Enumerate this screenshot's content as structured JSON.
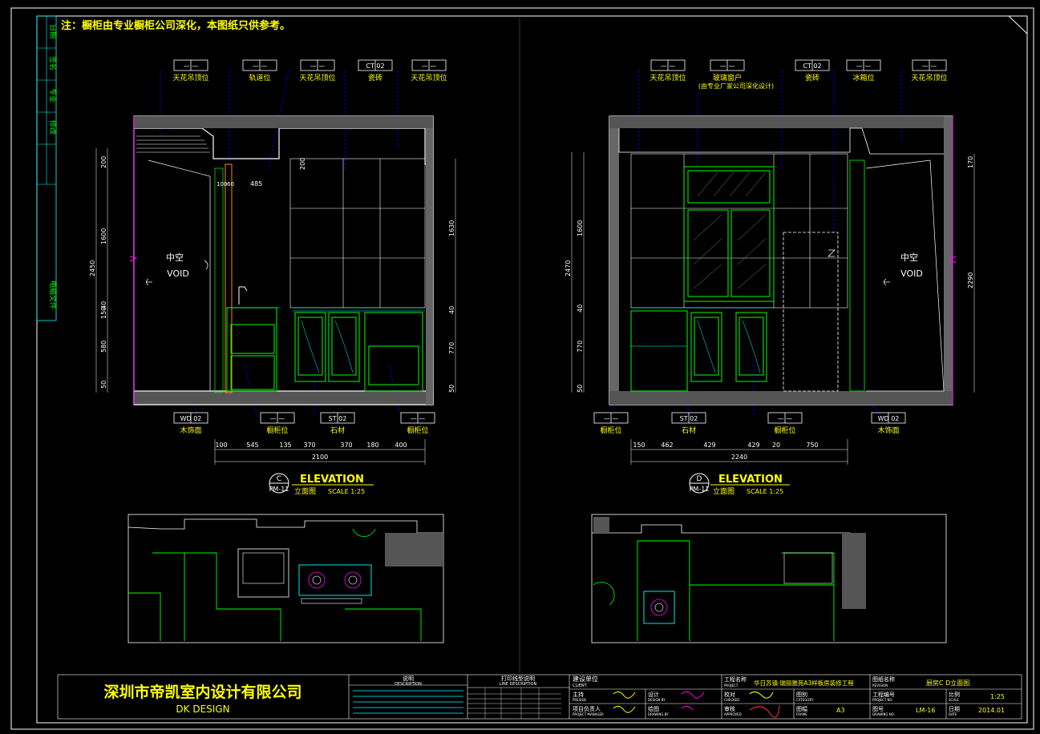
{
  "note": "注：橱柜由专业橱柜公司深化，本图纸只供参考。",
  "side_strip": {
    "labels": [
      "日期",
      "签名",
      "专业",
      "修改"
    ],
    "bottom_label": "电脑文件"
  },
  "elevation_c": {
    "letter": "C",
    "sheet": "PM-11",
    "title": "ELEVATION",
    "subtitle": "立面图",
    "scale": "SCALE  1:25",
    "void_cn": "中空",
    "void_en": "VOID",
    "top_tags": [
      {
        "code": "—  —",
        "label": "天花吊顶位"
      },
      {
        "code": "—  —",
        "label": "轨道位"
      },
      {
        "code": "—  —",
        "label": "天花吊顶位"
      },
      {
        "code": "CT  02",
        "label": "瓷砖"
      },
      {
        "code": "—  —",
        "label": "天花吊顶位"
      }
    ],
    "bottom_tags": [
      {
        "code": "WD  02",
        "label": "木饰面"
      },
      {
        "code": "—  —",
        "label": "橱柜位"
      },
      {
        "code": "ST  02",
        "label": "石材"
      },
      {
        "code": "—  —",
        "label": "橱柜位"
      }
    ],
    "dims_bottom": [
      "100",
      "545",
      "135",
      "370",
      "370",
      "180",
      "400"
    ],
    "total": "2100",
    "dims_left": [
      "200",
      "1600",
      "2450",
      "150",
      "40",
      "580",
      "50"
    ],
    "dims_right": [
      "1630",
      "40",
      "770",
      "50"
    ],
    "dims_inner": [
      "100",
      "60",
      "485",
      "200"
    ]
  },
  "elevation_d": {
    "letter": "D",
    "sheet": "PM-11",
    "title": "ELEVATION",
    "subtitle": "立面图",
    "scale": "SCALE  1:25",
    "void_cn": "中空",
    "void_en": "VOID",
    "top_tags": [
      {
        "code": "—  —",
        "label": "天花吊顶位"
      },
      {
        "code": "—  —",
        "label": "玻璃窗户"
      },
      {
        "code": "CT  02",
        "label": "瓷砖"
      },
      {
        "code": "—  —",
        "label": "冰箱位"
      },
      {
        "code": "—  —",
        "label": "天花吊顶位"
      }
    ],
    "top_note": "(由专业厂家公司深化设计)",
    "bottom_tags": [
      {
        "code": "—  —",
        "label": "橱柜位"
      },
      {
        "code": "ST  02",
        "label": "石材"
      },
      {
        "code": "—  —",
        "label": "橱柜位"
      },
      {
        "code": "WD  02",
        "label": "木饰面"
      }
    ],
    "dims_bottom": [
      "150",
      "462",
      "429",
      "429",
      "20",
      "750"
    ],
    "total": "2240",
    "dims_left": [
      "1600",
      "2470",
      "40",
      "770",
      "50"
    ],
    "dims_right": [
      "2290",
      "170"
    ]
  },
  "title_block": {
    "company": "深圳市帝凯室内设计有限公司",
    "company_en": "DK    DESIGN",
    "desc_head": "说明",
    "desc_head_en": "DESCRIPTION",
    "print_head": "打印线型说明",
    "print_head_en": "LINE DESCRIPTION",
    "client_head": "建设单位",
    "client_head_en": "CLIENT",
    "roles": [
      {
        "cn": "主持",
        "en": "PRESIDE"
      },
      {
        "cn": "设计",
        "en": "DESIGN BY"
      },
      {
        "cn": "项目负责人",
        "en": "PROJECT MANAGER"
      },
      {
        "cn": "绘图",
        "en": "DRAWING BY"
      },
      {
        "cn": "校对",
        "en": "CHECKED"
      },
      {
        "cn": "审核",
        "en": "APPROVED"
      }
    ],
    "project_label": "工程名称",
    "project_en": "PROJECT",
    "project": "华日苏镇·瑞丽雅苑A3样板房装修工程",
    "drawing_name_label": "图纸名称",
    "drawing_name_en": "REVISION",
    "drawing_name": "厨房C D立面图",
    "category_label": "图别",
    "category_en": "CATEGORY",
    "project_no_label": "工程编号",
    "project_no_en": "PROJECT NO.",
    "scale_label": "比例",
    "scale_en": "SCALE",
    "scale": "1:25",
    "frame_label": "图幅",
    "frame_en": "FRAME",
    "frame": "A3",
    "drawing_no_label": "图号",
    "drawing_no_en": "DRAWING NO.",
    "drawing_no": "LM-16",
    "date_label": "日期",
    "date_en": "DATE",
    "date": "2014.01"
  }
}
